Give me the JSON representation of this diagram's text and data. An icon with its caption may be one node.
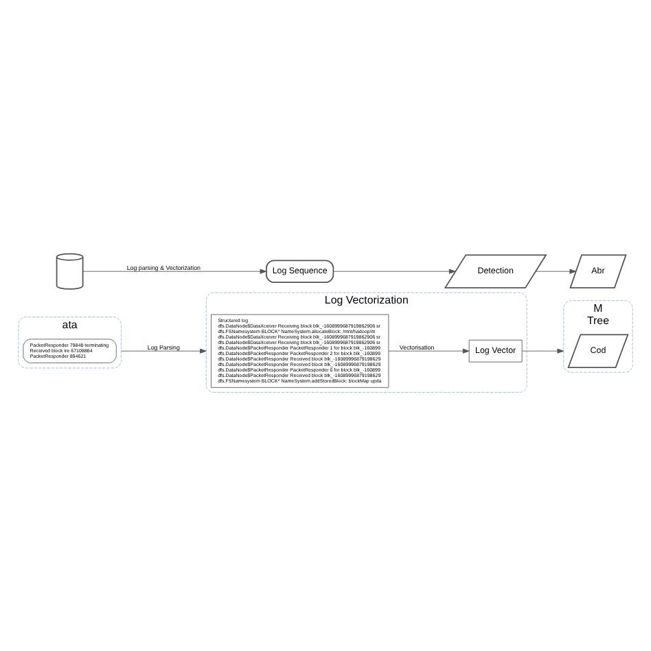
{
  "diagram": {
    "nodes": [
      {
        "text": [
          "ata"
        ]
      },
      {
        "text": [
          "PacketResponder 79848 terminating",
          "Received block ire 67108864",
          "PacketResponder 894621"
        ],
        "in": 0
      },
      {
        "text": [
          "Log Vectorization"
        ]
      },
      {
        "text": [
          "Structured log",
          "dfs.DataNode$DataXceiver Receiving block blk_-1608999687919862906 sr",
          "dfs.FSNamesystem BLOCK* NameSystem.allocateBlock: /mnt/hadoop/m",
          "dfs.DataNode$DataXceiver Receiving block blk_-1608999687919862906 sr",
          "dfs.DataNode$DataXceiver Receiving block blk_-1608999687919862906 sr",
          "dfs.DataNode$PacketResponder PacketResponder 1 for block blk_-160899",
          "dfs.DataNode$PacketResponder PacketResponder 2 for block blk_-160899",
          "dfs.DataNode$PacketResponder Received block blk_-16089996879198629",
          "dfs.DataNode$PacketResponder Received block blk_-16089996879198629",
          "dfs.DataNode$PacketResponder PacketResponder 0 for block blk_-160899",
          "dfs.DataNode$PacketResponder Received block blk_-16089996879198629",
          "dfs.FSNamesystem BLOCK* NameSystem.addStoredBlock: blockMap upda"
        ],
        "in": 2
      },
      {
        "text": [
          "Log Vector"
        ],
        "in": 2
      },
      {
        "text": [
          "M",
          "Tree"
        ]
      },
      {
        "text": [
          "Cod"
        ],
        "in": 5
      },
      {
        "text": [],
        "shape": "cylinder"
      },
      {
        "text": [
          "Log Sequence"
        ]
      },
      {
        "text": [
          "Detection"
        ]
      },
      {
        "text": [
          "Abr"
        ]
      }
    ],
    "edges": [
      {
        "from": 0,
        "to": 2,
        "arrow": "to",
        "label": "Log Parsing"
      },
      {
        "from": 3,
        "to": 4,
        "arrow": "to",
        "label": "Vectorisation"
      },
      {
        "from": 4,
        "to": 5,
        "arrow": "to"
      },
      {
        "from": 7,
        "to": 8,
        "arrow": "to",
        "label": "Log parsing & Vectorization"
      },
      {
        "from": 8,
        "to": 9,
        "arrow": "to"
      },
      {
        "from": 9,
        "to": 10,
        "arrow": "to"
      }
    ]
  }
}
